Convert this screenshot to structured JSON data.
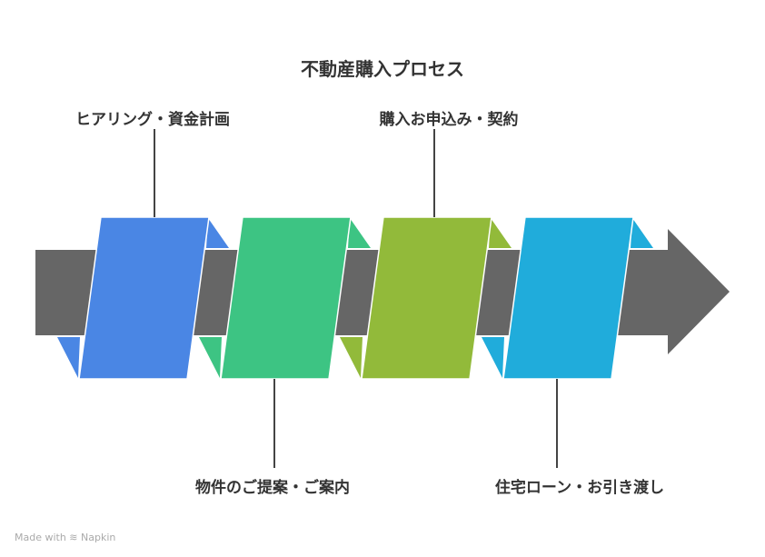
{
  "title": "不動産購入プロセス",
  "steps": [
    {
      "label": "ヒアリング・資金計画",
      "color": "#4A86E4",
      "position": "top"
    },
    {
      "label": "物件のご提案・ご案内",
      "color": "#3DC483",
      "position": "bottom"
    },
    {
      "label": "購入お申込み・契約",
      "color": "#92BA3A",
      "position": "top"
    },
    {
      "label": "住宅ローン・お引き渡し",
      "color": "#20ACDB",
      "position": "bottom"
    }
  ],
  "arrow_color": "#666666",
  "footer": "Made with ≋ Napkin"
}
